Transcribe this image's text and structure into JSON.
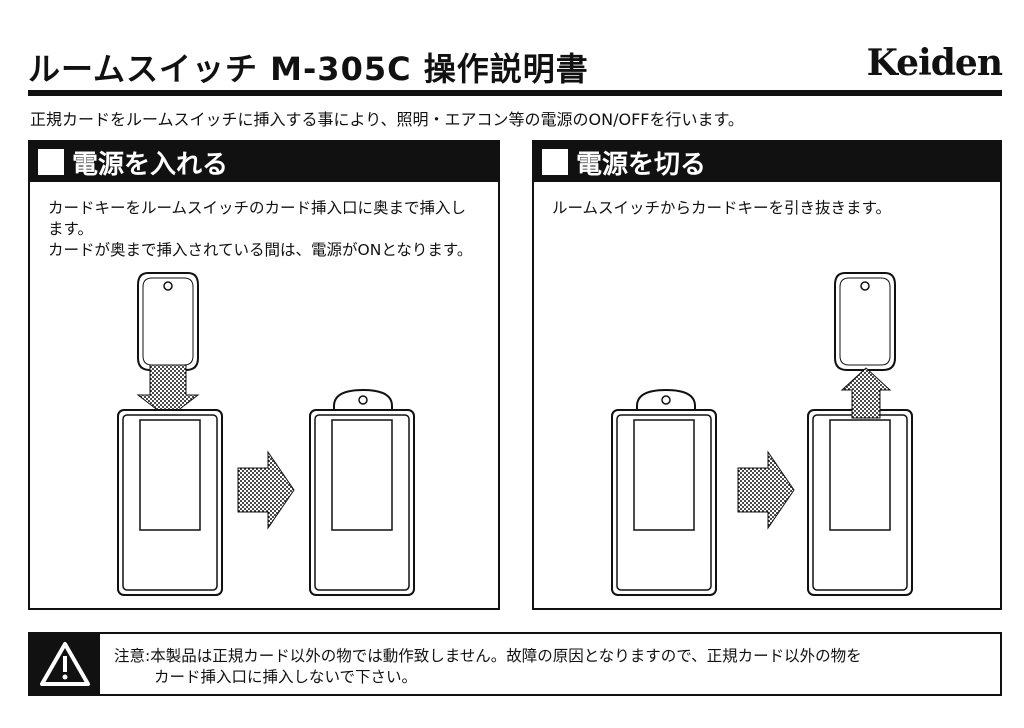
{
  "header": {
    "title": "ルームスイッチ M-305C 操作説明書",
    "brand": "Keiden"
  },
  "intro": "正規カードをルームスイッチに挿入する事により、照明・エアコン等の電源のON/OFFを行います。",
  "panels": [
    {
      "heading": "電源を入れる",
      "text": "カードキーをルームスイッチのカード挿入口に奥まで挿入します。\nカードが奥まで挿入されている間は、電源がONとなります。"
    },
    {
      "heading": "電源を切る",
      "text": "ルームスイッチからカードキーを引き抜きます。"
    }
  ],
  "warning": {
    "line1": "注意:本製品は正規カード以外の物では動作致しません。故障の原因となりますので、正規カード以外の物を",
    "line2": "カード挿入口に挿入しないで下さい。"
  }
}
